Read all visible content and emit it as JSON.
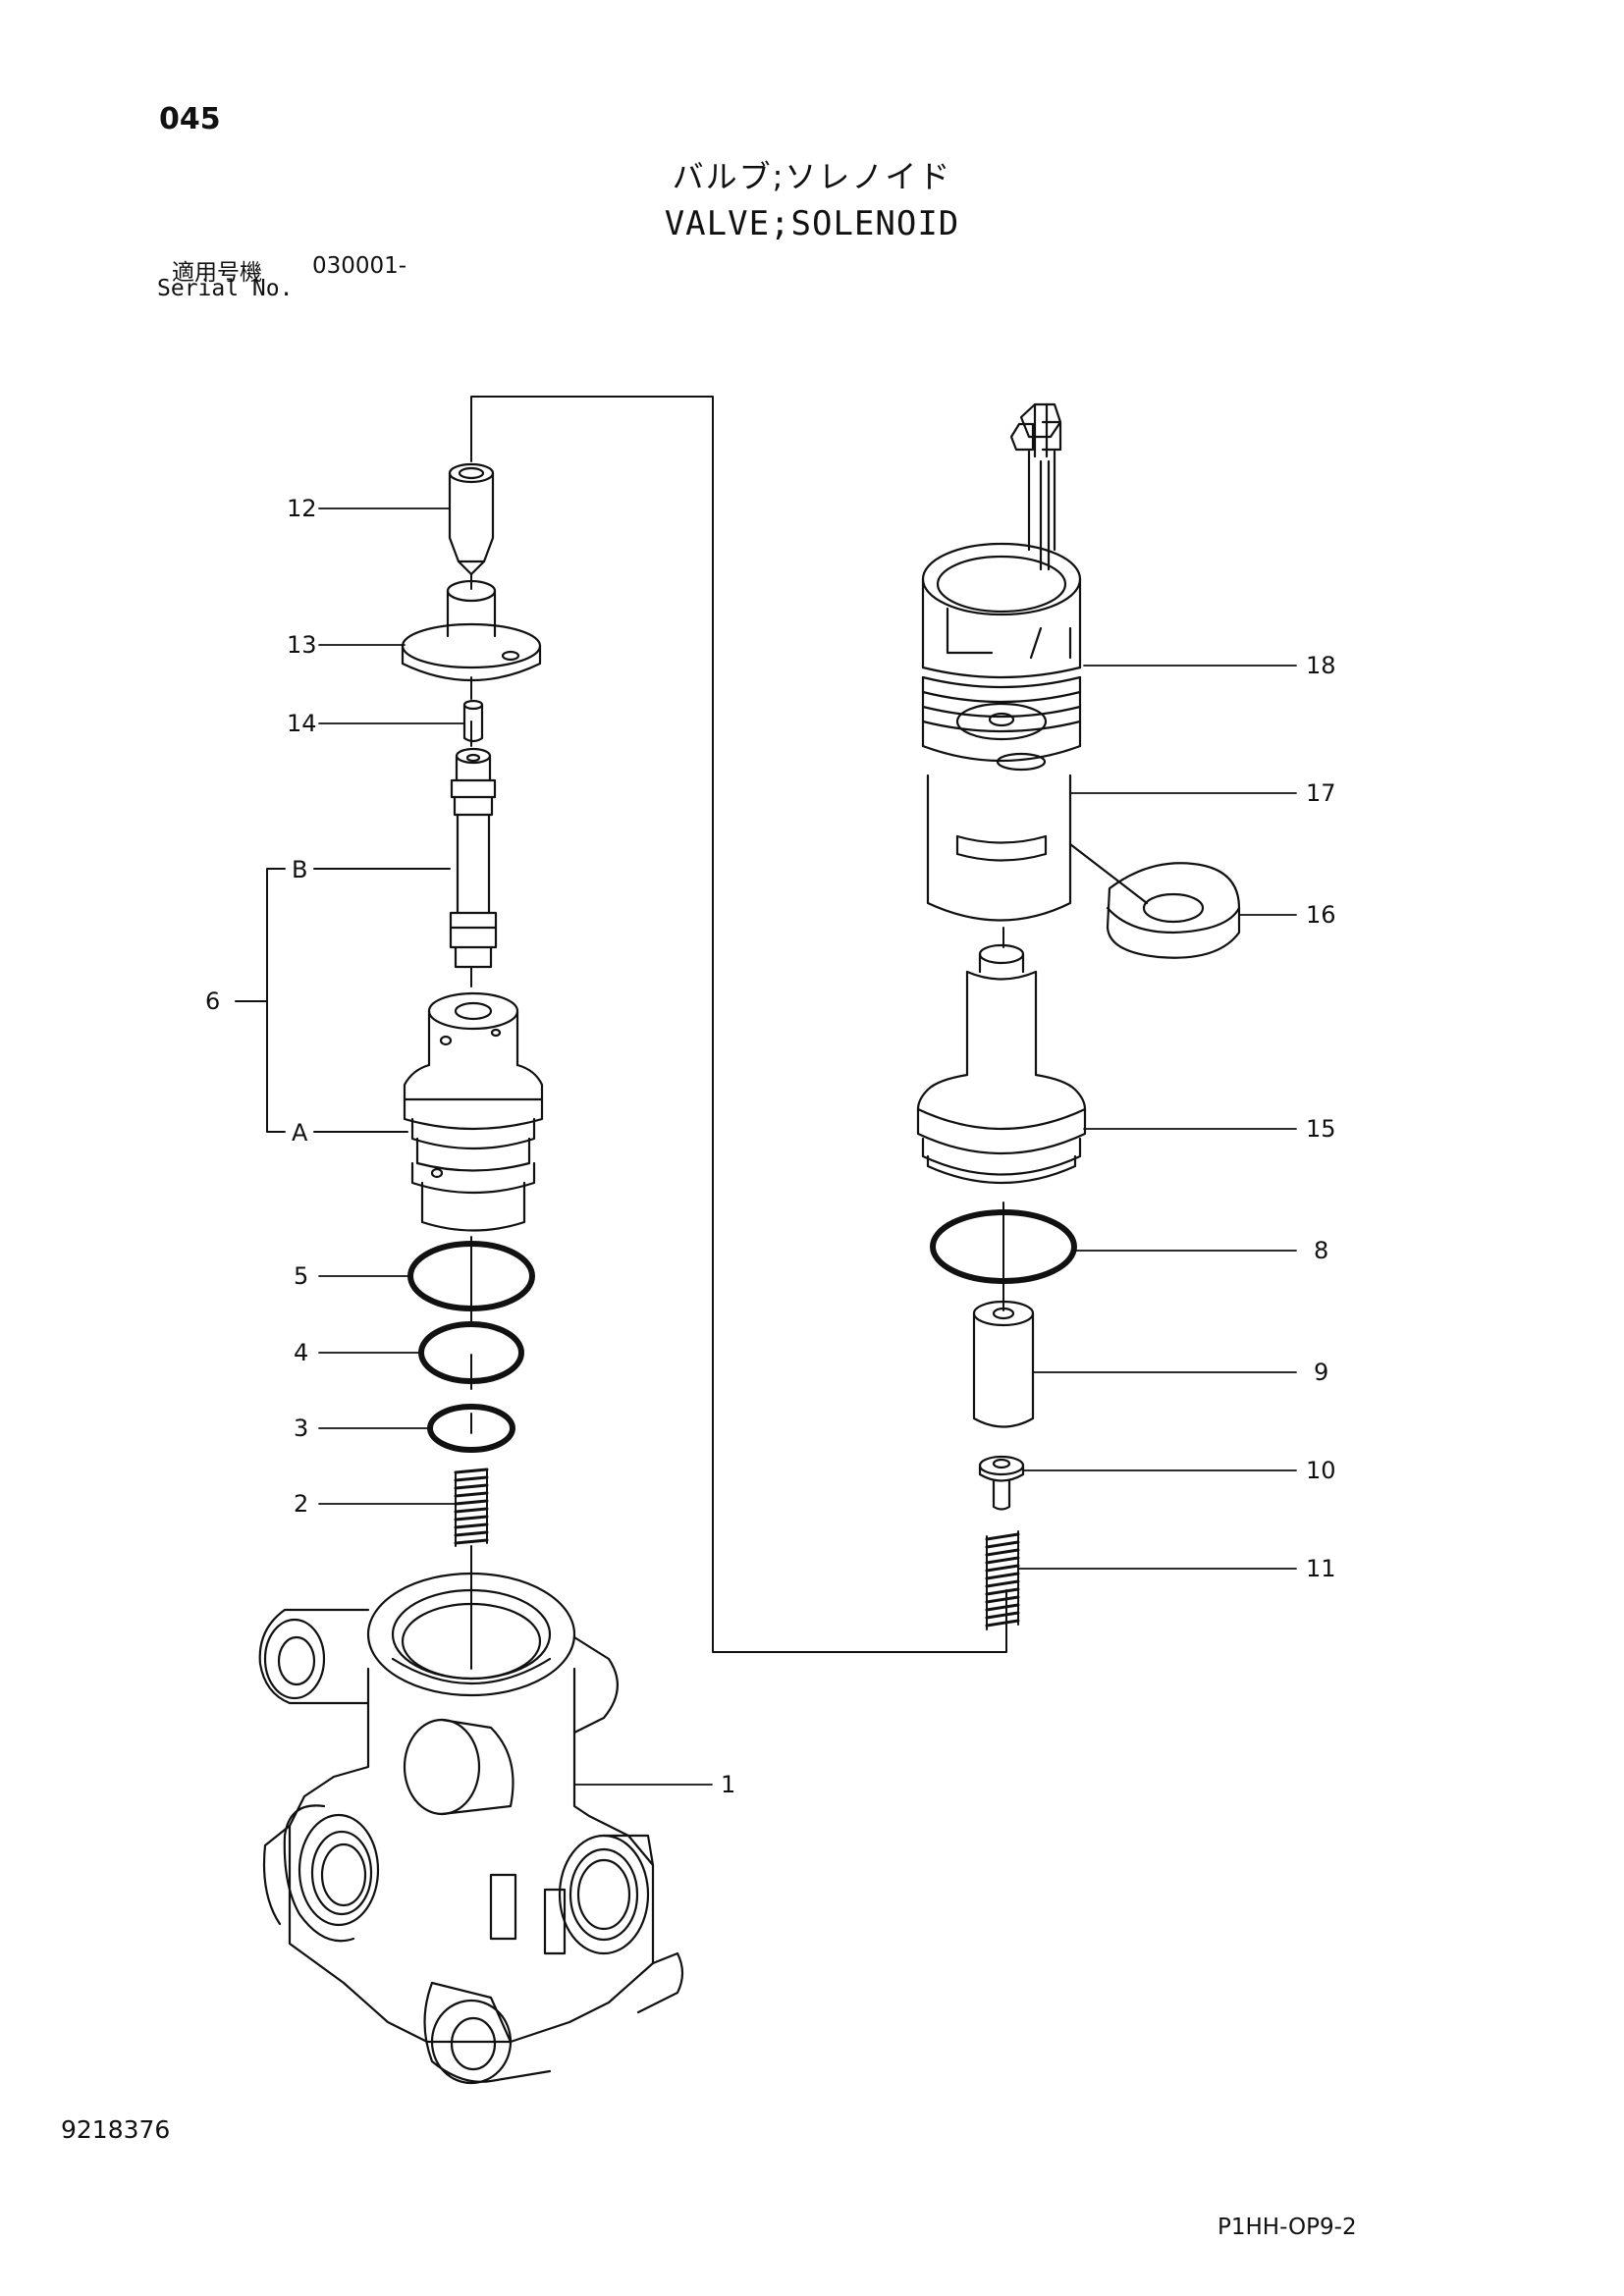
{
  "header": {
    "page_number": "045",
    "title_jp": "バルブ;ソレノイド",
    "title_en": "VALVE;SOLENOID",
    "serial_label_jp": "適用号機",
    "serial_value": "030001-",
    "serial_label_en": "Serial No."
  },
  "footer": {
    "doc_number": "9218376",
    "drawing_code": "P1HH-OP9-2"
  },
  "callouts": {
    "c1": "1",
    "c2": "2",
    "c3": "3",
    "c4": "4",
    "c5": "5",
    "c6": "6",
    "c8": "8",
    "c9": "9",
    "c10": "10",
    "c11": "11",
    "c12": "12",
    "c13": "13",
    "c14": "14",
    "c15": "15",
    "c16": "16",
    "c17": "17",
    "c18": "18",
    "cA": "A",
    "cB": "B"
  }
}
